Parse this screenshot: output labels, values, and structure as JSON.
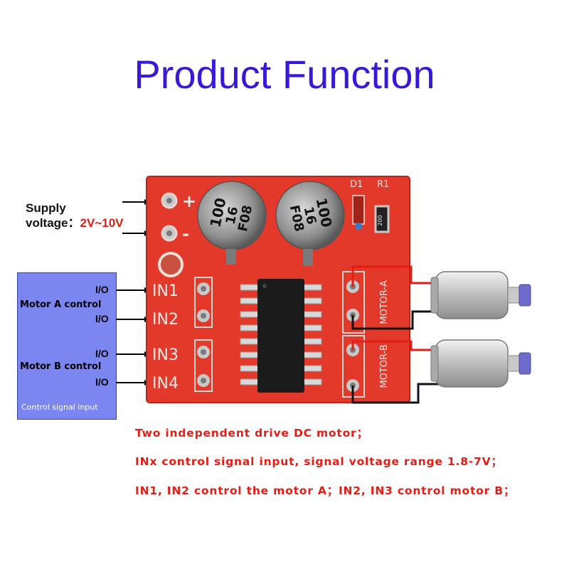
{
  "title": "Product Function",
  "supply": {
    "line1": "Supply",
    "line2_prefix": "voltage：",
    "range": "2V~10V"
  },
  "control_panel": {
    "io_label": "I/O",
    "motor_a_label": "Motor A control",
    "motor_b_label": "Motor B control",
    "footer": "Control signal input"
  },
  "board": {
    "pins": {
      "plus": "+",
      "minus": "-"
    },
    "inputs": [
      "IN1",
      "IN2",
      "IN3",
      "IN4"
    ],
    "motor_a": "MOTOR-A",
    "motor_b": "MOTOR-B",
    "d1": "D1",
    "r1": "R1",
    "resistor_code": "200",
    "capacitor": {
      "line1": "100",
      "line2": "16",
      "line3": "F08"
    }
  },
  "descriptions": [
    "Two independent drive DC motor；",
    "INx control signal input, signal voltage range 1.8-7V；",
    "IN1, IN2 control the motor A；IN2, IN3 control motor B；"
  ],
  "colors": {
    "title": "#3a18d8",
    "board": "#e2392b",
    "panel": "#7b86f0",
    "accent_text": "#e41d16"
  }
}
